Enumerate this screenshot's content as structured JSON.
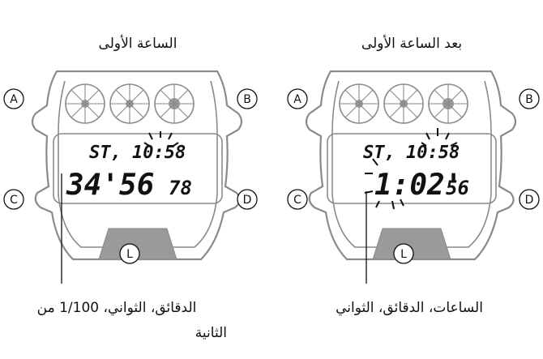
{
  "left_watch": {
    "title": "الساعة الأولى",
    "top_row": "ST, 10:58",
    "main_digits": "34'56",
    "small_digits": "78",
    "caption_line1": "الدقائق، الثواني، 1/100 من",
    "caption_line2": "الثانية"
  },
  "right_watch": {
    "title": "بعد الساعة الأولى",
    "top_row": "ST, 10:58",
    "main_digits": "1:02'",
    "small_digits": "56",
    "caption": "الساعات، الدقائق، الثواني"
  },
  "buttons": {
    "a": "A",
    "b": "B",
    "c": "C",
    "d": "D",
    "l": "L"
  },
  "colors": {
    "outline": "#8a8a8a",
    "band": "#9a9a9a",
    "ink": "#111111"
  }
}
